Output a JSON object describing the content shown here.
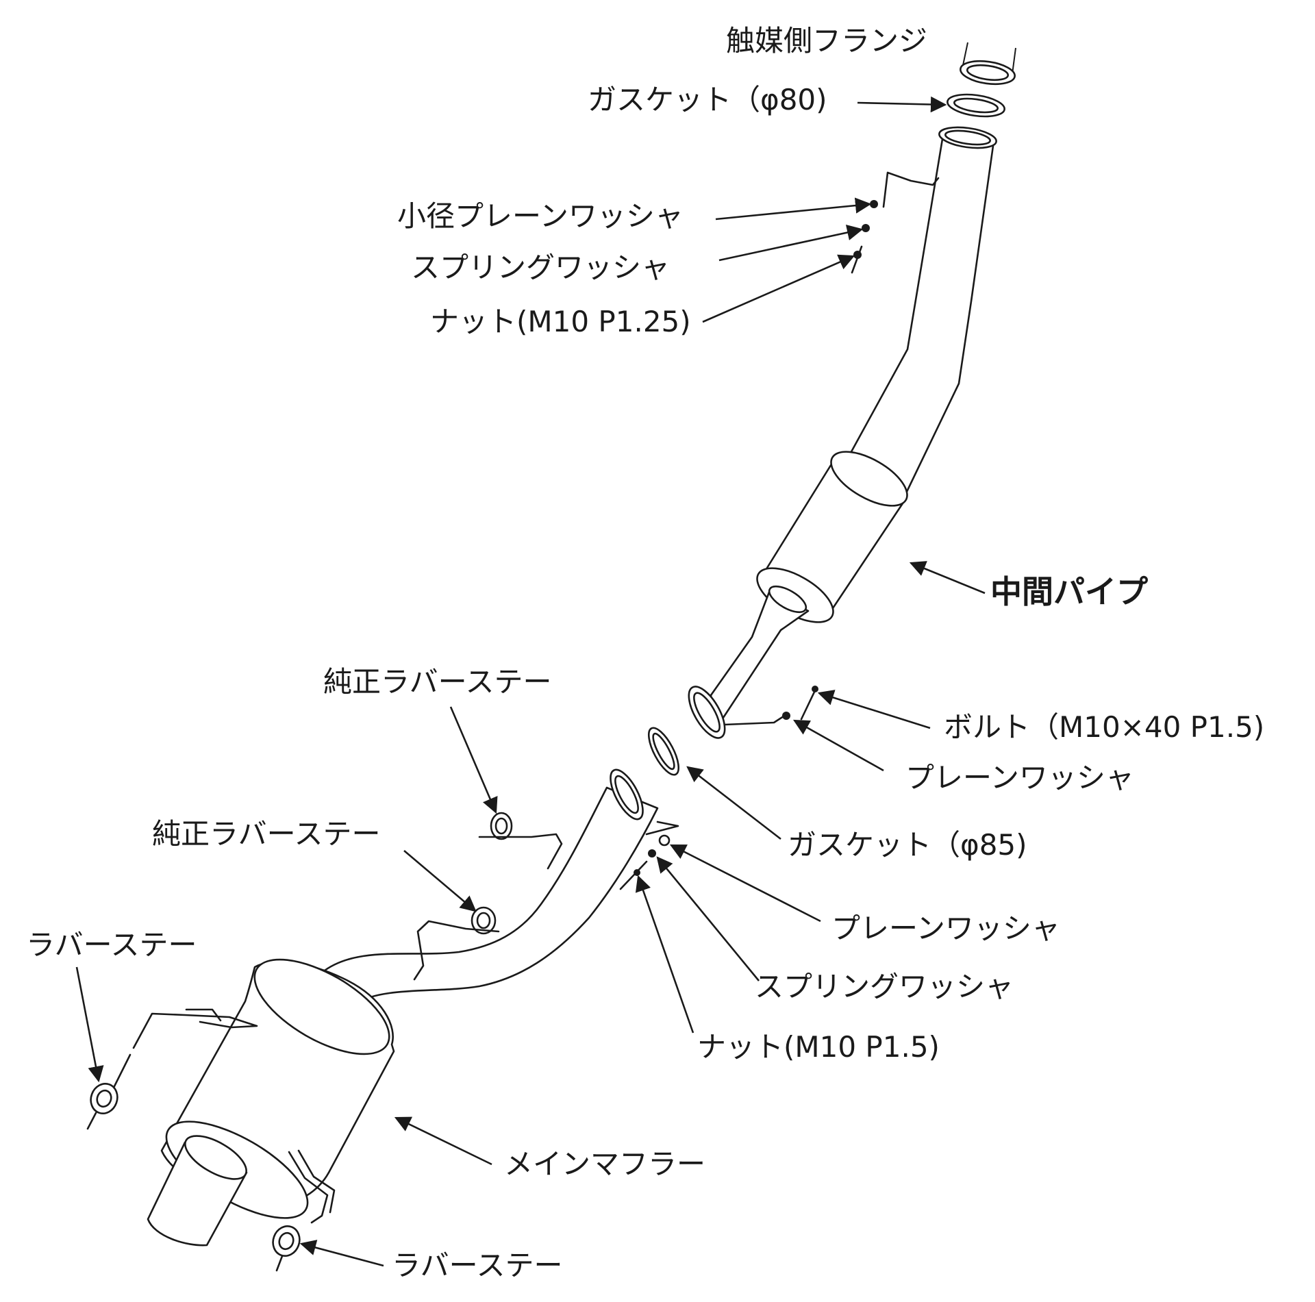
{
  "labels": {
    "cat_flange": "触媒側フランジ",
    "gasket_80": "ガスケット（φ80)",
    "small_plain_washer": "小径プレーンワッシャ",
    "spring_washer_top": "スプリングワッシャ",
    "nut_m10_p125": "ナット(M10 P1.25)",
    "mid_pipe": "中間パイプ",
    "rubber_stay_oem_1": "純正ラバーステー",
    "rubber_stay_oem_2": "純正ラバーステー",
    "bolt_m10x40": "ボルト（M10×40 P1.5)",
    "plain_washer_1": "プレーンワッシャ",
    "gasket_85": "ガスケット（φ85)",
    "plain_washer_2": "プレーンワッシャ",
    "spring_washer_bottom": "スプリングワッシャ",
    "nut_m10_p15": "ナット(M10 P1.5)",
    "rubber_stay_left": "ラバーステー",
    "main_muffler": "メインマフラー",
    "rubber_stay_bottom": "ラバーステー"
  }
}
